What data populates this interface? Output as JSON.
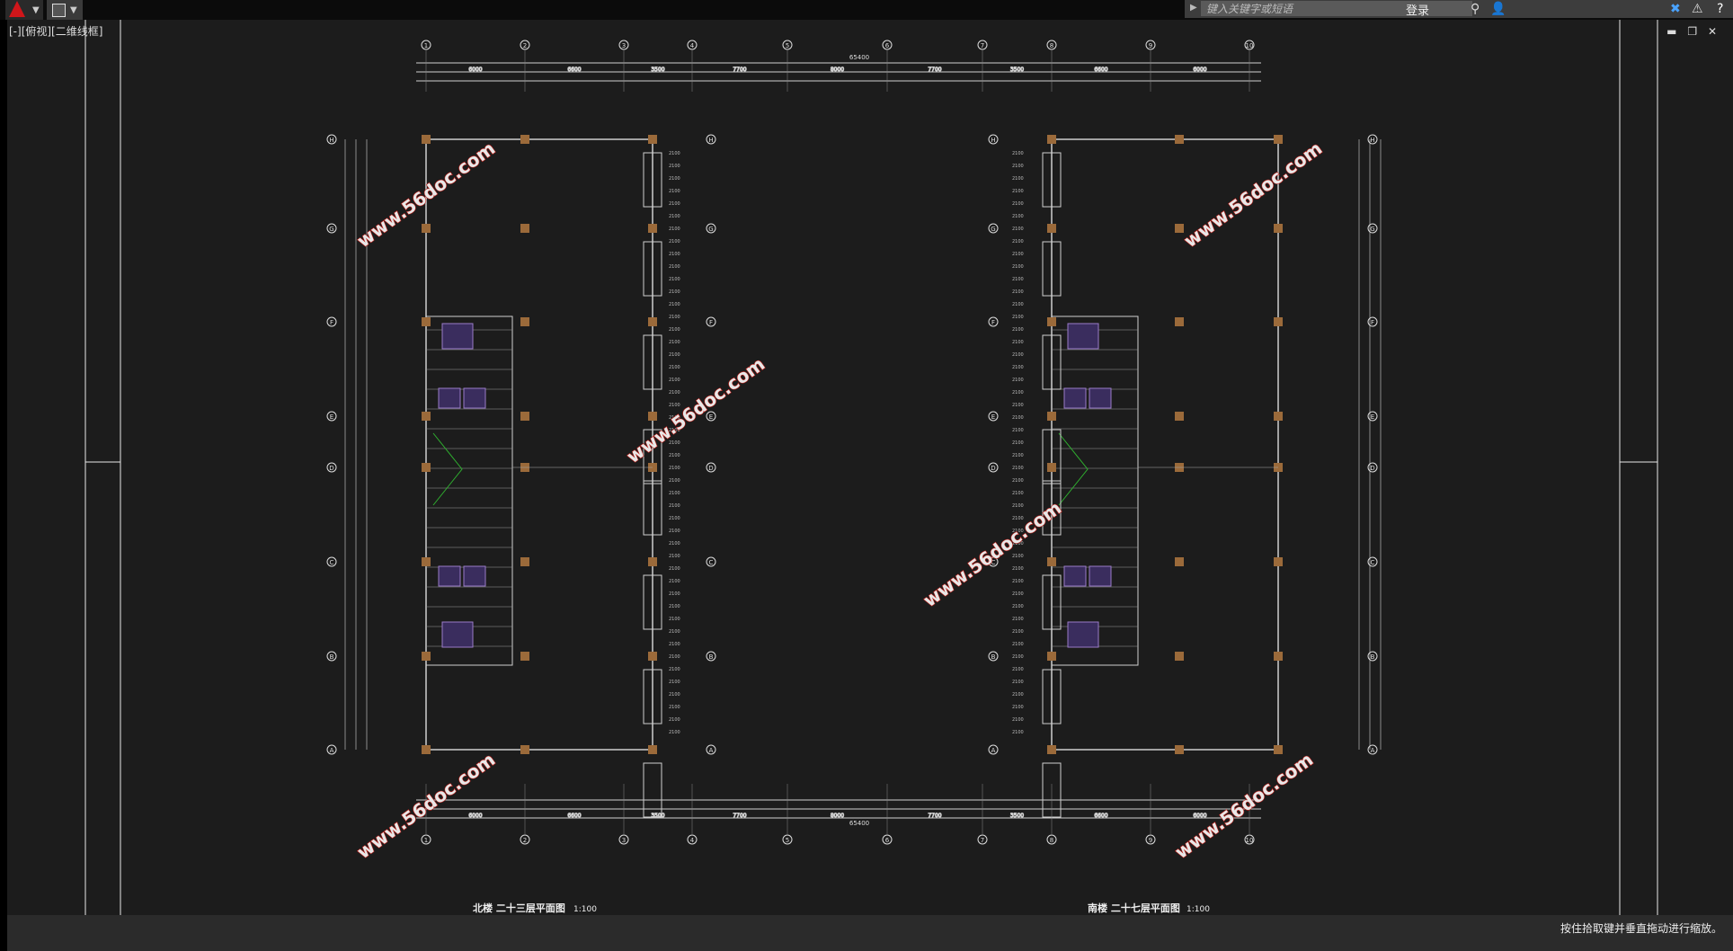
{
  "toolbar": {
    "search_placeholder": "键入关键字或短语",
    "login_label": "登录"
  },
  "viewport": {
    "label": "[-][俯视][二维线框]"
  },
  "drawing": {
    "grid_labels_top": [
      "1",
      "2",
      "3",
      "4",
      "5",
      "6",
      "7",
      "8",
      "9",
      "10"
    ],
    "grid_labels_side": [
      "H",
      "G",
      "F",
      "E",
      "D",
      "C",
      "B",
      "A"
    ],
    "dim_total": "65400",
    "dim_main": [
      "6000",
      "6600",
      "3500",
      "7700",
      "8000",
      "7700",
      "3500",
      "6600",
      "6000"
    ],
    "title_north": "北楼 二十三层平面图",
    "title_south": "南楼 二十七层平面图",
    "scale": "1:100",
    "watermark": "www.56doc.com"
  },
  "status": {
    "hint": "按住拾取键并垂直拖动进行缩放。"
  }
}
